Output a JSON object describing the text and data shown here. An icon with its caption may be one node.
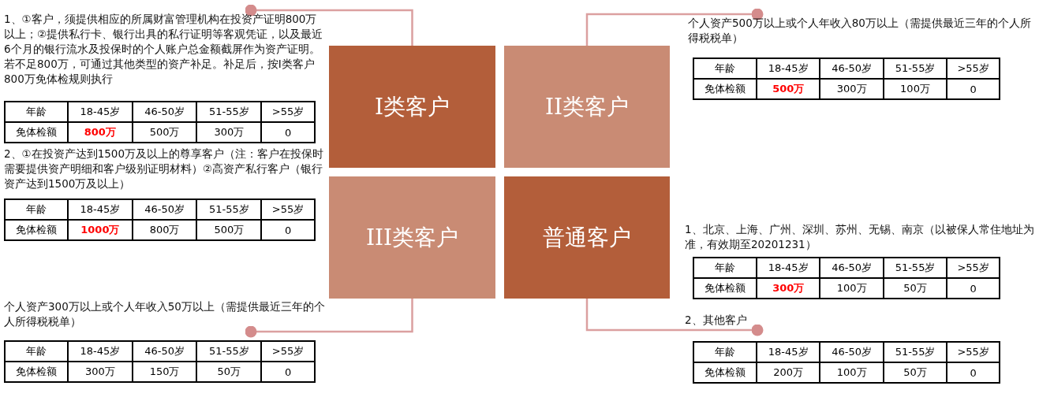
{
  "diagram": {
    "nodes": [
      {
        "text": [
          "I类客户"
        ]
      },
      {
        "text": [
          "II类客户"
        ]
      },
      {
        "text": [
          "III类客户"
        ]
      },
      {
        "text": [
          "普通客户"
        ]
      },
      {
        "text": [
          "1、①客户，须提供相应的所属财富管理机构在投资产证明800万以上；②提供私行卡、银行出具的私行证明等客观凭证，以及最近6个月的银行流水及投保时的个人账户总金额截屏作为资产证明。若不足800万，可通过其他类型的资产补足。补足后，按I类客户800万免体检规则执行"
        ]
      },
      {
        "text": [
          "个人资产500万以上或个人年收入80万以上（需提供最近三年的个人所得税税单）"
        ]
      },
      {
        "text": [
          "个人资产300万以上或个人年收入50万以上（需提供最近三年的个人所得税税单）"
        ]
      },
      {
        "text": [
          "2、其他客户"
        ]
      }
    ],
    "edges": [
      {
        "from": 0,
        "to": 4,
        "arrow": "other"
      },
      {
        "from": 1,
        "to": 5,
        "arrow": "other"
      },
      {
        "from": 2,
        "to": 6,
        "arrow": "other"
      },
      {
        "from": 3,
        "to": 7,
        "arrow": "other"
      }
    ],
    "labels": [
      "年龄",
      "18-45岁",
      "46-50岁",
      "51-55岁",
      ">55岁",
      "免体检额",
      "800万",
      "500万",
      "300万",
      "0",
      "2、①在投资产达到1500万及以上的尊享客户（注：客户在投保时需要提供资产明细和客户级别证明材料）②高资产私行客户（银行资产达到1500万及以上）",
      "年龄",
      "18-45岁",
      "46-50岁",
      "51-55岁",
      ">55岁",
      "免体检额",
      "1000万",
      "800万",
      "500万",
      "0",
      "年龄",
      "18-45岁",
      "46-50岁",
      "51-55岁",
      ">55岁",
      "免体检额",
      "500万",
      "300万",
      "100万",
      "0",
      "年龄",
      "18-45岁",
      "46-50岁",
      "51-55岁",
      ">55岁",
      "免体检额",
      "300万",
      "150万",
      "50万",
      "0",
      "1、北京、上海、广州、深圳、苏州、无锡、南京（以被保人常住地址为准，有效期至20201231）",
      "年龄",
      "18-45岁",
      "46-50岁",
      "51-55岁",
      ">55岁",
      "免体检额",
      "300万",
      "100万",
      "50万",
      "0",
      "年龄",
      "18-45岁",
      "46-50岁",
      "51-55岁",
      ">55岁",
      "免体检额",
      "200万",
      "100万",
      "50万",
      "0"
    ]
  }
}
